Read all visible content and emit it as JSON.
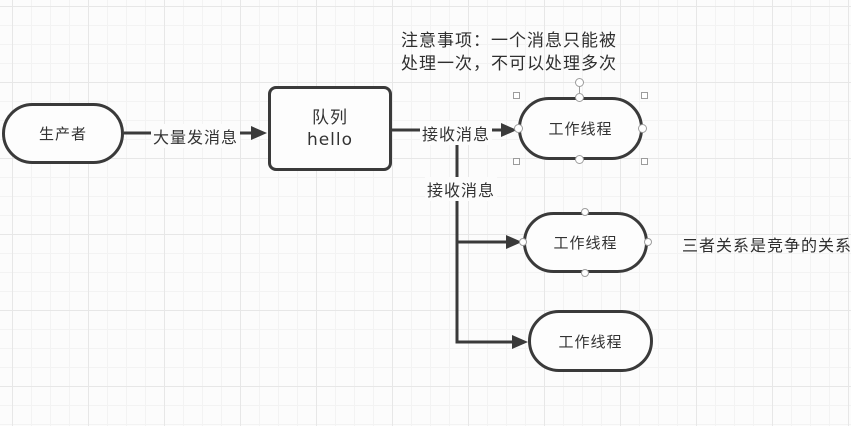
{
  "canvas": {
    "background_color": "#fcfcfc",
    "grid_major_color": "#e7e7e7",
    "grid_minor_color": "#f3f3f3",
    "stroke_color": "#3a3a3a",
    "text_color": "#333333",
    "handle_color": "#9c9c9c"
  },
  "nodes": {
    "producer": {
      "label": "生产者",
      "shape": "stadium"
    },
    "queue": {
      "label_line1": "队列",
      "label_line2": "hello",
      "shape": "rounded-rect"
    },
    "worker1": {
      "label": "工作线程",
      "shape": "stadium",
      "selected": true
    },
    "worker2": {
      "label": "工作线程",
      "shape": "stadium"
    },
    "worker3": {
      "label": "工作线程",
      "shape": "stadium"
    }
  },
  "edges": {
    "produce": {
      "label": "大量发消息",
      "from": "producer",
      "to": "queue"
    },
    "consume1": {
      "label": "接收消息",
      "from": "queue",
      "to": "worker1"
    },
    "consume2": {
      "label": "接收消息",
      "from": "queue",
      "to": "worker2"
    },
    "consume3": {
      "label": "",
      "from": "queue",
      "to": "worker3"
    }
  },
  "annotations": {
    "note_top_line1": "注意事项：一个消息只能被",
    "note_top_line2": "处理一次，不可以处理多次",
    "note_right": "三者关系是竞争的关系"
  }
}
